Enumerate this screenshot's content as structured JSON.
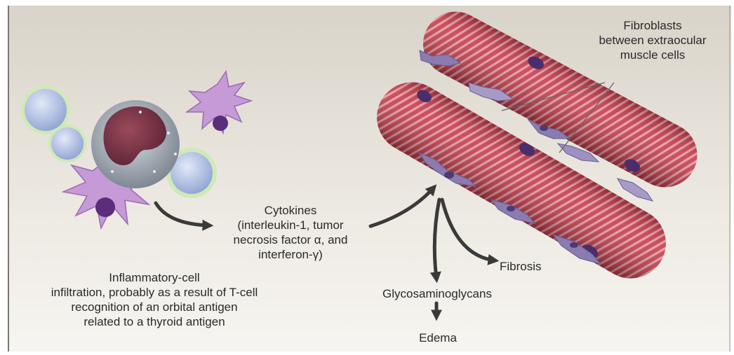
{
  "labels": {
    "fibroblasts": [
      "Fibroblasts",
      "between extraocular",
      "muscle cells"
    ],
    "cytokines": [
      "Cytokines",
      "(interleukin-1, tumor",
      "necrosis factor α, and",
      "interferon-γ)"
    ],
    "inflammatory": [
      "Inflammatory-cell",
      "infiltration, probably as a result of T-cell",
      "recognition of an orbital antigen",
      "related to a thyroid antigen"
    ],
    "fibrosis": "Fibrosis",
    "glycosaminoglycans": "Glycosaminoglycans",
    "edema": "Edema"
  },
  "colors": {
    "muscle": "#c8414f",
    "muscle_stripe": "#e88a92",
    "fibroblast": "#8a7bb0",
    "dendritic": "#c59ad6",
    "lymphocyte": "#b7c6e8",
    "arrow": "#3a3a3a"
  }
}
